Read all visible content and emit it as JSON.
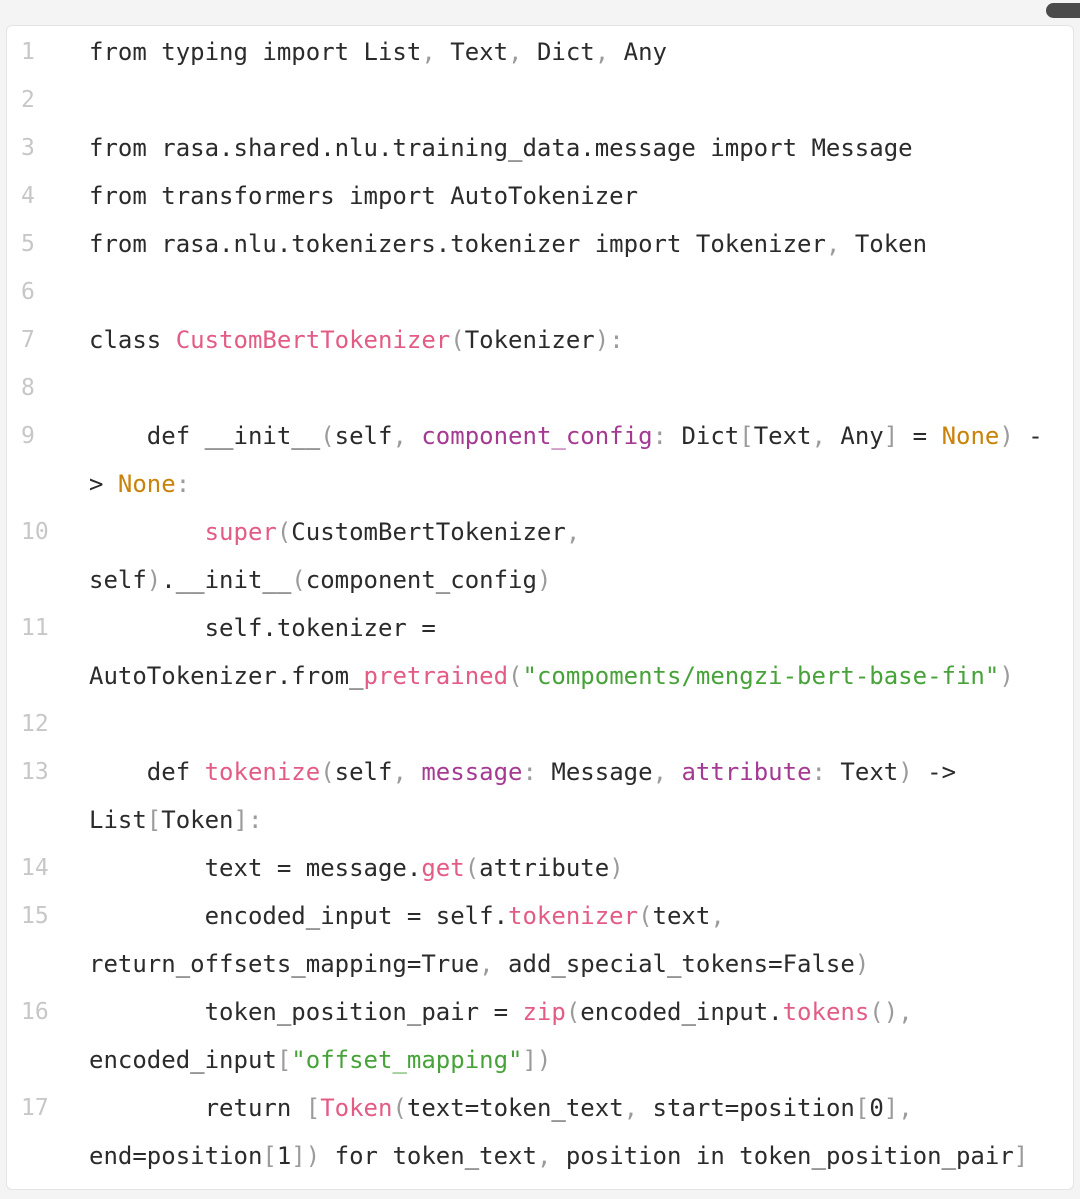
{
  "colors": {
    "page_bg": "#f4f4f5",
    "card_bg": "#ffffff",
    "card_border": "#e4e4e4",
    "default": "#2b2b2b",
    "punct": "#9b9b9b",
    "func": "#e35c86",
    "param": "#a53a93",
    "string": "#47a339",
    "atom": "#c9820a",
    "lineno": "#c7c7c7",
    "scroll_thumb": "#4b4b4b"
  },
  "code": {
    "language": "python",
    "lines": [
      {
        "num": "1",
        "tokens": [
          [
            "d",
            "from typing import List"
          ],
          [
            "p",
            ","
          ],
          [
            "d",
            " Text"
          ],
          [
            "p",
            ","
          ],
          [
            "d",
            " Dict"
          ],
          [
            "p",
            ","
          ],
          [
            "d",
            " Any"
          ]
        ]
      },
      {
        "num": "2",
        "tokens": []
      },
      {
        "num": "3",
        "tokens": [
          [
            "d",
            "from rasa.shared.nlu.training_data.message import Message"
          ]
        ]
      },
      {
        "num": "4",
        "tokens": [
          [
            "d",
            "from transformers import AutoTokenizer"
          ]
        ]
      },
      {
        "num": "5",
        "tokens": [
          [
            "d",
            "from rasa.nlu.tokenizers.tokenizer import Tokenizer"
          ],
          [
            "p",
            ","
          ],
          [
            "d",
            " Token"
          ]
        ]
      },
      {
        "num": "6",
        "tokens": []
      },
      {
        "num": "7",
        "tokens": [
          [
            "d",
            "class "
          ],
          [
            "f",
            "CustomBertTokenizer"
          ],
          [
            "p",
            "("
          ],
          [
            "d",
            "Tokenizer"
          ],
          [
            "p",
            "):"
          ]
        ]
      },
      {
        "num": "8",
        "tokens": []
      },
      {
        "num": "9",
        "tokens": [
          [
            "d",
            "    def __init__"
          ],
          [
            "p",
            "("
          ],
          [
            "d",
            "self"
          ],
          [
            "p",
            ", "
          ],
          [
            "v",
            "component_config"
          ],
          [
            "p",
            ": "
          ],
          [
            "d",
            "Dict"
          ],
          [
            "p",
            "["
          ],
          [
            "d",
            "Text"
          ],
          [
            "p",
            ", "
          ],
          [
            "d",
            "Any"
          ],
          [
            "p",
            "]"
          ],
          [
            "d",
            " = "
          ],
          [
            "a",
            "None"
          ],
          [
            "p",
            ")"
          ],
          [
            "d",
            " -\n> "
          ],
          [
            "a",
            "None"
          ],
          [
            "p",
            ":"
          ]
        ]
      },
      {
        "num": "10",
        "tokens": [
          [
            "d",
            "        "
          ],
          [
            "f",
            "super"
          ],
          [
            "p",
            "("
          ],
          [
            "d",
            "CustomBertTokenizer"
          ],
          [
            "p",
            ","
          ],
          [
            "d",
            "\nself"
          ],
          [
            "p",
            ")"
          ],
          [
            "d",
            ".__init__"
          ],
          [
            "p",
            "("
          ],
          [
            "d",
            "component_config"
          ],
          [
            "p",
            ")"
          ]
        ]
      },
      {
        "num": "11",
        "tokens": [
          [
            "d",
            "        self.tokenizer =\nAutoTokenizer.from_"
          ],
          [
            "f",
            "pretrained"
          ],
          [
            "p",
            "("
          ],
          [
            "s",
            "\"compoments/mengzi-bert-base-fin\""
          ],
          [
            "p",
            ")"
          ]
        ]
      },
      {
        "num": "12",
        "tokens": []
      },
      {
        "num": "13",
        "tokens": [
          [
            "d",
            "    def "
          ],
          [
            "f",
            "tokenize"
          ],
          [
            "p",
            "("
          ],
          [
            "d",
            "self"
          ],
          [
            "p",
            ", "
          ],
          [
            "v",
            "message"
          ],
          [
            "p",
            ": "
          ],
          [
            "d",
            "Message"
          ],
          [
            "p",
            ", "
          ],
          [
            "v",
            "attribute"
          ],
          [
            "p",
            ": "
          ],
          [
            "d",
            "Text"
          ],
          [
            "p",
            ")"
          ],
          [
            "d",
            " ->\nList"
          ],
          [
            "p",
            "["
          ],
          [
            "d",
            "Token"
          ],
          [
            "p",
            "]:"
          ]
        ]
      },
      {
        "num": "14",
        "tokens": [
          [
            "d",
            "        text = message."
          ],
          [
            "f",
            "get"
          ],
          [
            "p",
            "("
          ],
          [
            "d",
            "attribute"
          ],
          [
            "p",
            ")"
          ]
        ]
      },
      {
        "num": "15",
        "tokens": [
          [
            "d",
            "        encoded_input = self."
          ],
          [
            "f",
            "tokenizer"
          ],
          [
            "p",
            "("
          ],
          [
            "d",
            "text"
          ],
          [
            "p",
            ","
          ],
          [
            "d",
            "\nreturn_offsets_mapping=True"
          ],
          [
            "p",
            ","
          ],
          [
            "d",
            " add_special_tokens=False"
          ],
          [
            "p",
            ")"
          ]
        ]
      },
      {
        "num": "16",
        "tokens": [
          [
            "d",
            "        token_position_pair = "
          ],
          [
            "f",
            "zip"
          ],
          [
            "p",
            "("
          ],
          [
            "d",
            "encoded_input."
          ],
          [
            "f",
            "tokens"
          ],
          [
            "p",
            "(),"
          ],
          [
            "d",
            "\nencoded_input"
          ],
          [
            "p",
            "["
          ],
          [
            "s",
            "\"offset_mapping\""
          ],
          [
            "p",
            "])"
          ]
        ]
      },
      {
        "num": "17",
        "tokens": [
          [
            "d",
            "        return "
          ],
          [
            "p",
            "["
          ],
          [
            "f",
            "Token"
          ],
          [
            "p",
            "("
          ],
          [
            "d",
            "text=token_text"
          ],
          [
            "p",
            ","
          ],
          [
            "d",
            " start=position"
          ],
          [
            "p",
            "["
          ],
          [
            "d",
            "0"
          ],
          [
            "p",
            "],"
          ],
          [
            "d",
            "\nend=position"
          ],
          [
            "p",
            "["
          ],
          [
            "d",
            "1"
          ],
          [
            "p",
            "])"
          ],
          [
            "d",
            " for token_text"
          ],
          [
            "p",
            ","
          ],
          [
            "d",
            " position in token_position_pair"
          ],
          [
            "p",
            "]"
          ]
        ]
      }
    ]
  }
}
